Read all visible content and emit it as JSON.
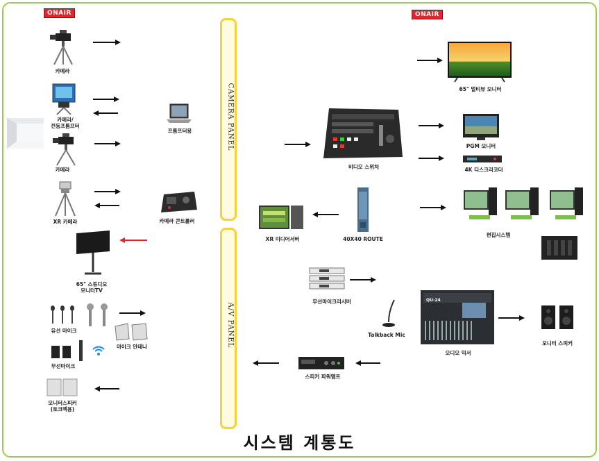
{
  "badges": {
    "left": "ONAIR",
    "right": "ONAIR"
  },
  "panels": {
    "camera": "CAMERA PANEL",
    "av": "A/V PANEL"
  },
  "title": "시스템 계통도",
  "left": {
    "camera1": "카메라",
    "camera_prompter": [
      "카메라/",
      "전동프롬프터"
    ],
    "camera2": "카메라",
    "xr_camera": "XR 카메라",
    "prompter_pc": "프롬프터용",
    "camera_controller": "카메라 콘트롤러",
    "studio_tv": [
      "65\" 스튜디오",
      "모니터TV"
    ],
    "wired_mic": "유선 마이크",
    "mic_antenna": "마이크 안테나",
    "wireless_mic": "무선마이크",
    "monitor_speaker": [
      "모니터스피커",
      "(토크백용)"
    ]
  },
  "right": {
    "multiview_monitor": "65\" 멀티뷰 모니터",
    "video_switcher": "비디오 스위처",
    "pgm_monitor": "PGM 모니터",
    "recorder_4k": "4K 디스크리코더",
    "xr_media_server": "XR 미디어서버",
    "router": "40X40 ROUTE",
    "edit_system": "편집시스템",
    "wireless_receiver": "무선마이크리시버",
    "talkback_mic": "Talkback Mic",
    "audio_mixer": "오디오 믹서",
    "monitor_speaker": "모니터 스피커",
    "power_amp": "스피커 파워앰프",
    "mixer_brand": "QU-24"
  },
  "colors": {
    "frame": "#9ccc4a",
    "panel_border": "#f4d33a",
    "badge": "#e8242a",
    "red_arrow": "#e8242a"
  }
}
